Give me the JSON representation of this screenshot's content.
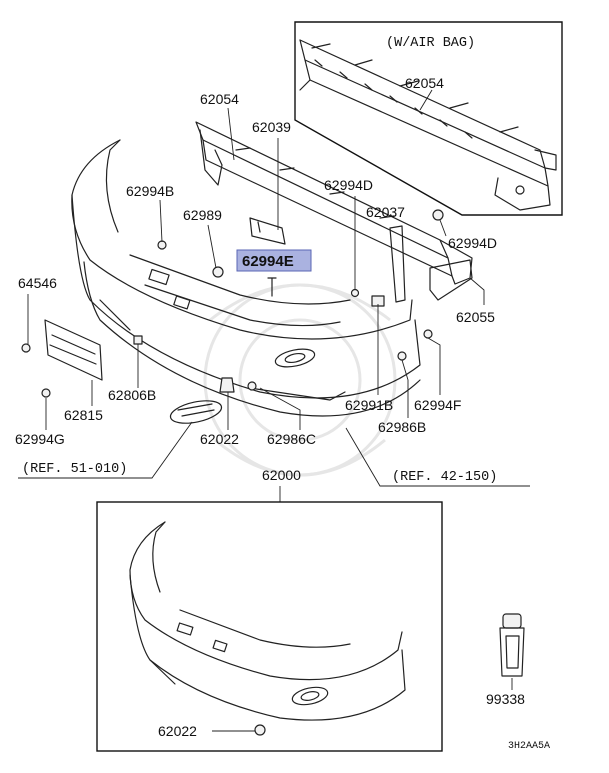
{
  "labels": {
    "wair_bag": "(W/AIR BAG)",
    "p62054a": "62054",
    "p62054b": "62054",
    "p62039": "62039",
    "p62994b": "62994B",
    "p62989": "62989",
    "p62994d_a": "62994D",
    "p62037": "62037",
    "p62994d_b": "62994D",
    "p62994e": "62994E",
    "p64546": "64546",
    "p62055": "62055",
    "p62806b": "62806B",
    "p62815": "62815",
    "p62994g": "62994G",
    "p62022a": "62022",
    "p62986c": "62986C",
    "p62991b": "62991B",
    "p62994f": "62994F",
    "p62986b": "62986B",
    "ref51": "(REF. 51-010)",
    "ref42": "(REF. 42-150)",
    "p62000": "62000",
    "p62022b": "62022",
    "p99338": "99338",
    "diagram_code": "3H2AA5A"
  },
  "colors": {
    "highlight": "#aab2e0",
    "line": "#222222"
  }
}
